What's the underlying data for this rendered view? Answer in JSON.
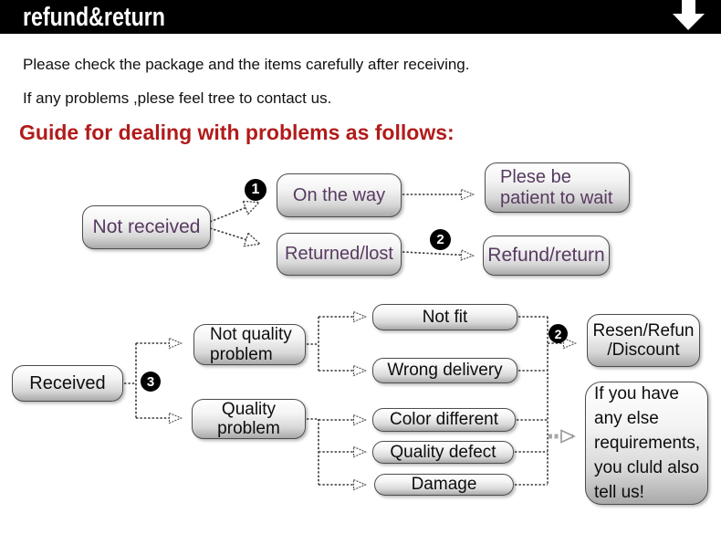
{
  "banner": {
    "title": "refund&return",
    "arrow_icon": "down-arrow"
  },
  "intro": {
    "line1": "Please check the package and the items carefully after receiving.",
    "line2": "If any problems ,plese feel tree to contact us."
  },
  "heading": {
    "text": "Guide for dealing with problems as follows:"
  },
  "flow1": {
    "nodes": {
      "not_received": "Not received",
      "on_the_way": "On the way",
      "returned_lost": "Returned/lost",
      "patient_wait": "Plese be\npatient to wait",
      "refund_return": "Refund/return"
    },
    "badges": {
      "step1": "1",
      "step2": "2"
    }
  },
  "flow2": {
    "nodes": {
      "received": "Received",
      "not_quality": "Not quality\nproblem",
      "quality": "Quality\nproblem",
      "not_fit": "Not fit",
      "wrong_delivery": "Wrong delivery",
      "color_different": "Color different",
      "quality_defect": "Quality defect",
      "damage": "Damage",
      "resen_refun": "Resen/Refun\n/Discount",
      "else_requirements": "If you have\nany else\nrequirements,\nyou cluld also\ntell us!"
    },
    "badges": {
      "step3": "3",
      "step2": "2"
    }
  },
  "colors": {
    "banner_bg": "#000000",
    "heading_red": "#b11b1b",
    "flow1_text_purple": "#583a60",
    "flow2_text_black": "#0d0d0d",
    "badge_bg": "#000000"
  }
}
